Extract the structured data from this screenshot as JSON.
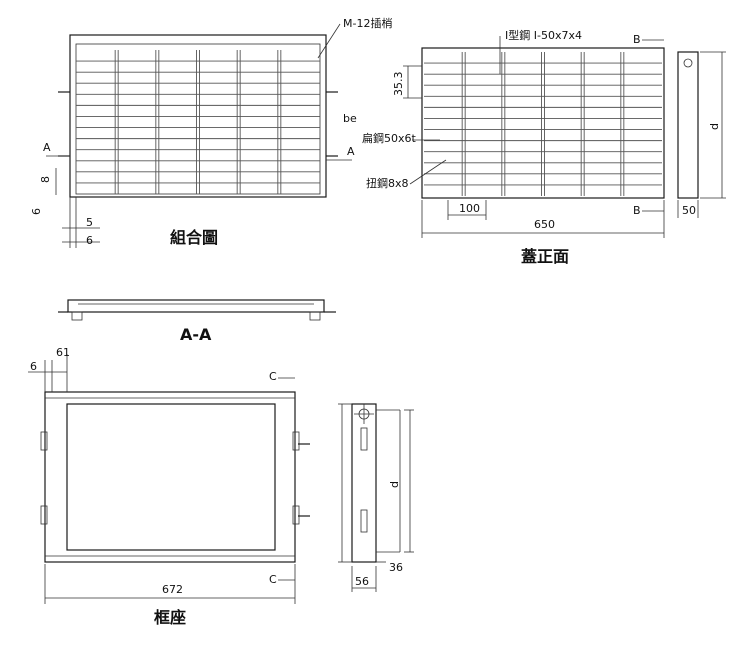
{
  "views": {
    "assembly": {
      "title": "組合圖",
      "pin_note": "M-12插梢",
      "section_mark_left": "A",
      "section_mark_right": "A",
      "dim_8": "8",
      "dim_6_vertical": "6",
      "dim_5": "5",
      "dim_6": "6"
    },
    "cover_front": {
      "title": "蓋正面",
      "i_beam_note": "I型鋼 I-50x7x4",
      "flat_steel_note": "扁鋼50x6t",
      "twisted_steel_note": "扭鋼8x8",
      "dim_353": "35.3",
      "dim_100": "100",
      "dim_650": "650",
      "section_mark_top": "B",
      "section_mark_bottom": "B",
      "small_mark": "be"
    },
    "cover_side": {
      "dim_d": "d",
      "dim_50": "50"
    },
    "section_aa": {
      "title": "A-A"
    },
    "frame": {
      "title": "框座",
      "dim_61": "61",
      "dim_6": "6",
      "dim_672": "672",
      "section_mark_top": "C",
      "section_mark_bottom": "C"
    },
    "frame_side": {
      "dim_d": "d",
      "dim_36": "36",
      "dim_56": "56"
    }
  }
}
